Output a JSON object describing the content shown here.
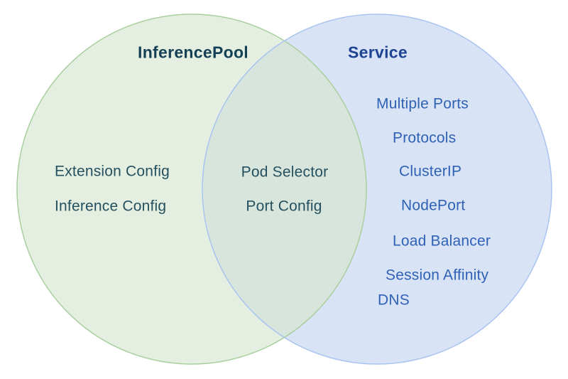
{
  "venn": {
    "type": "venn-diagram",
    "left": {
      "title": "InferencePool",
      "items": [
        "Extension Config",
        "Inference Config"
      ]
    },
    "right": {
      "title": "Service",
      "items": [
        "Multiple Ports",
        "Protocols",
        "ClusterIP",
        "NodePort",
        "Load Balancer",
        "Session Affinity",
        "DNS"
      ]
    },
    "intersection": {
      "items": [
        "Pod Selector",
        "Port Config"
      ]
    },
    "colors": {
      "left_fill": "#e5efe1",
      "left_stroke": "#a9cf9f",
      "right_fill": "#d9e3f6",
      "right_stroke": "#a9c4f0",
      "overlap_fill": "#d8e5dc",
      "left_title_text": "#143f54",
      "left_item_text": "#24505f",
      "right_title_text": "#1d4392",
      "right_item_text": "#2f62b4",
      "background": "#ffffff"
    }
  }
}
